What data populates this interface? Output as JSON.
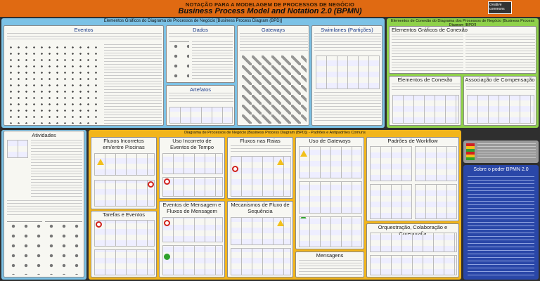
{
  "header": {
    "title": "NOTAÇÃO PARA A MODELAGEM DE PROCESSOS DE NEGÓCIO",
    "subtitle": "Business Process Model and Notation 2.0 (BPMN)",
    "logo_text": "creative commons"
  },
  "sections": {
    "bpd_elements": "Elementos Gráficos do Diagrama de Processos de Negócio [Business Process Diagram (BPD)]",
    "connection_elements": "Elementos de Conexão do Diagrama dos Processos de Negócio [Business Process Diagram (BPD)]",
    "patterns": "Diagrama de Processos de Negócio [Business Process Diagram (BPD)] - Padrões e Antipadrões Comuns"
  },
  "panels": {
    "eventos": "Eventos",
    "dados": "Dados",
    "gateways": "Gateways",
    "swimlanes": "Swimlanes (Partições)",
    "conexao_grafica": "Elementos Gráficos de Conexão",
    "artefatos": "Artefatos",
    "elementos_conexao": "Elementos de Conexão",
    "associacao": "Associação de Compensação",
    "atividades": "Atividades",
    "fluxos_incorretos": "Fluxos Incorretos em/entre Piscinas",
    "uso_incorreto_tempo": "Uso Incorreto de Eventos de Tempo",
    "fluxos_raias": "Fluxos nas Raias",
    "uso_gateways": "Uso de Gateways",
    "padroes_workflow": "Padrões de Workflow",
    "tarefas_eventos": "Tarefas e Eventos",
    "eventos_mensagem": "Eventos de Mensagem e Fluxos de Mensagem",
    "mecanismos": "Mecanismos de Fluxo de Sequência",
    "mensagens": "Mensagens",
    "orquestracao": "Orquestração, Colaboração e Coreografia",
    "sobre": "Sobre o poder BPMN 2.0"
  }
}
